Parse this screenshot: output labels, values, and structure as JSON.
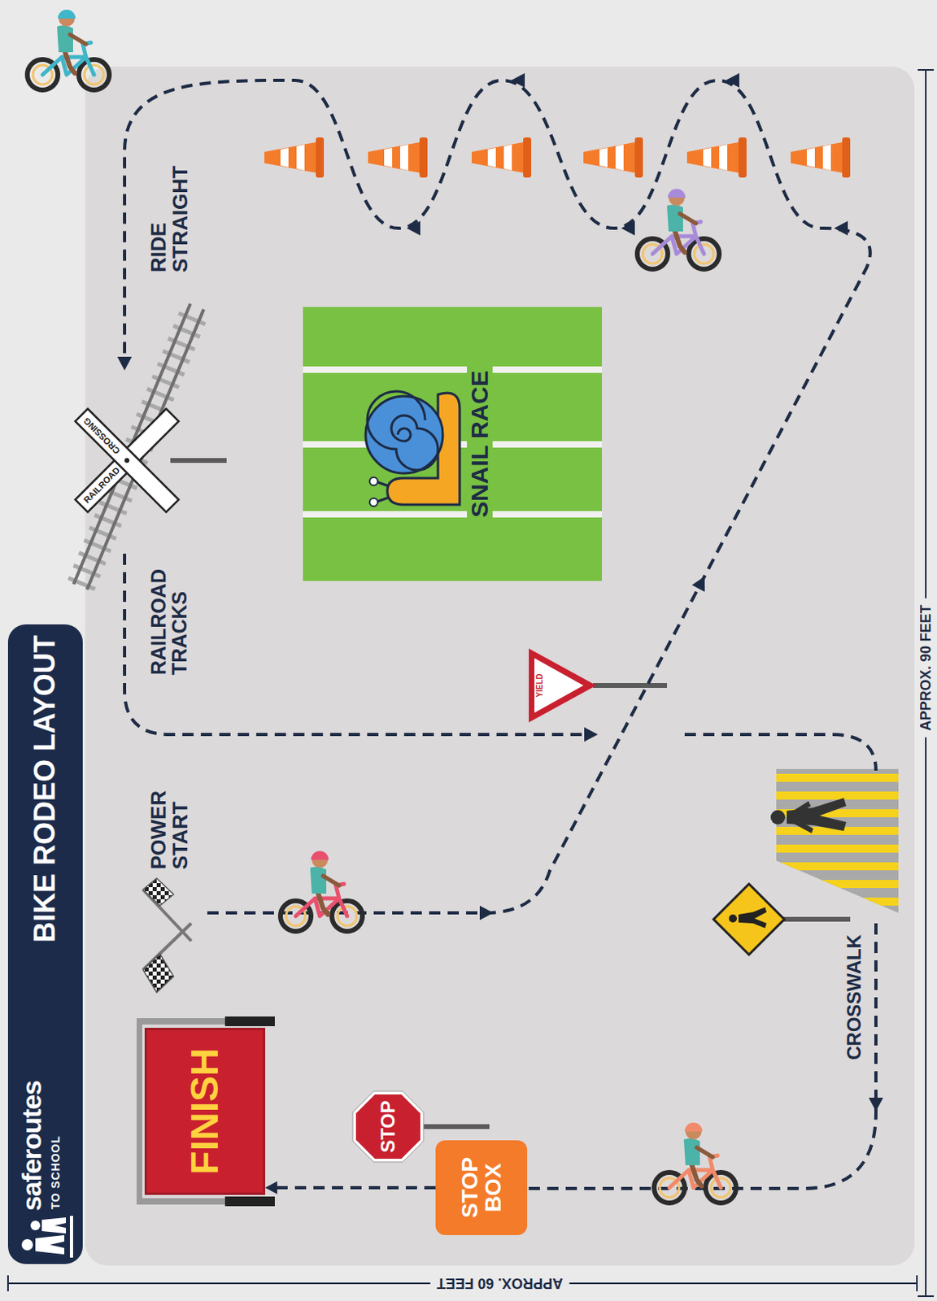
{
  "diagram": {
    "title": "BIKE RODEO LAYOUT",
    "nodes": [
      {
        "text": [
          "FINISH"
        ]
      },
      {
        "text": [
          "STOP"
        ]
      },
      {
        "text": [
          "STOP BOX"
        ]
      },
      {
        "text": [
          "YIELD"
        ]
      },
      {
        "text": [
          "RAILROAD",
          "CROSSING"
        ]
      },
      {
        "text": [
          "SNAIL RACE"
        ]
      }
    ],
    "edges": [
      {
        "from": 2,
        "to": 0,
        "arrow": "to"
      }
    ],
    "labels": [
      "saferoutes",
      "TO SCHOOL",
      "POWER START",
      "RAILROAD TRACKS",
      "RIDE STRAIGHT",
      "CROSSWALK",
      "APPROX. 90 FEET",
      "APPROX. 60 FEET"
    ]
  }
}
